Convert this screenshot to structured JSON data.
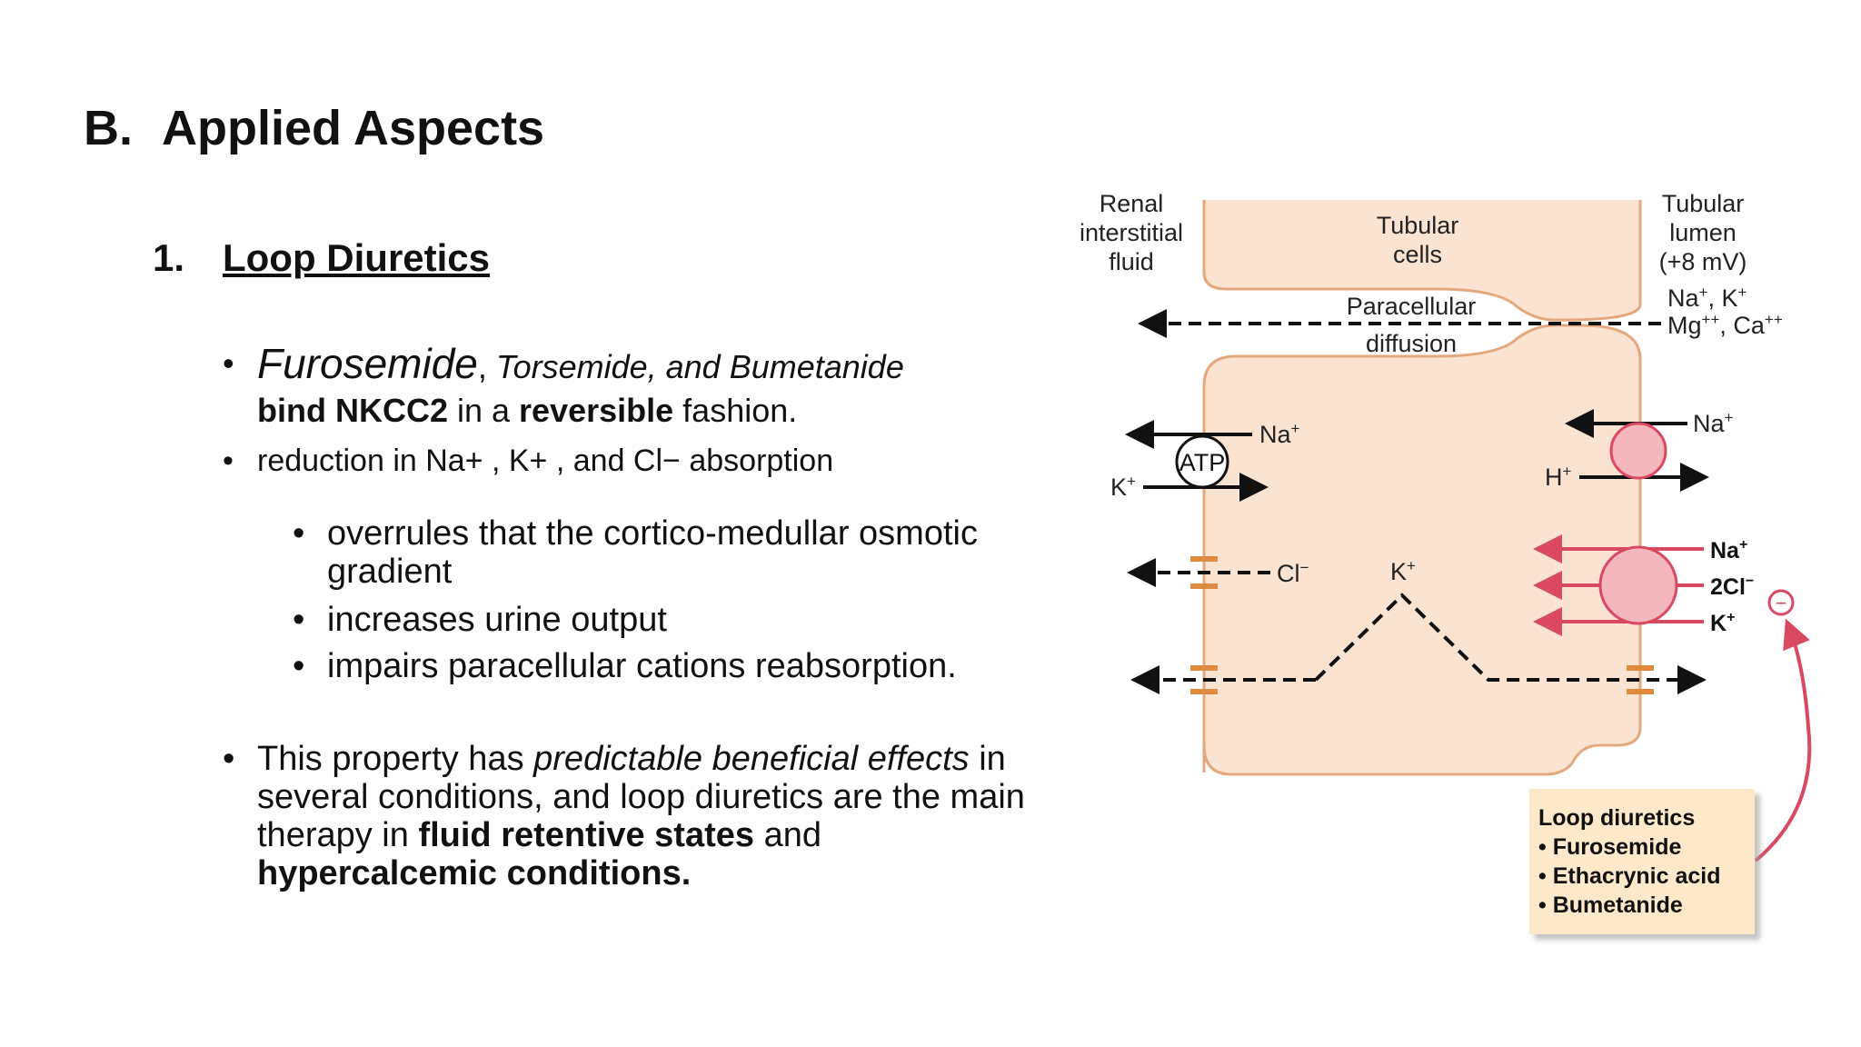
{
  "heading": {
    "number": "B.",
    "title": "Applied Aspects"
  },
  "subheading": {
    "number": "1.",
    "title": "Loop Diuretics"
  },
  "bullets": {
    "b1": {
      "drug1": "Furosemide",
      "comma": ", ",
      "rest": "Torsemide, and Bumetanide",
      "bold1": "bind NKCC2",
      "mid": " in a ",
      "bold2": "reversible",
      "end": " fashion."
    },
    "b2": {
      "text": "reduction in Na+ , K+ , and Cl−  absorption"
    },
    "b3": {
      "text": "overrules that the cortico-medullar osmotic gradient"
    },
    "b4": {
      "text": "increases urine output"
    },
    "b5": {
      "text": "impairs paracellular cations reabsorption."
    },
    "b6": {
      "pre": "This property has ",
      "ital": "predictable beneficial effects",
      "mid": " in several conditions, and loop diuretics are the main therapy in ",
      "bold1": "fluid retentive states",
      "and": " and ",
      "bold2": "hypercalcemic conditions."
    }
  },
  "diagram": {
    "renal": [
      "Renal",
      "interstitial",
      "fluid"
    ],
    "tubular_cells": [
      "Tubular",
      "cells"
    ],
    "lumen": [
      "Tubular",
      "lumen",
      "(+8 mV)"
    ],
    "paracellular": [
      "Paracellular",
      "diffusion"
    ],
    "lumen_ions": {
      "na": "Na",
      "na_sup": "+",
      "k": ", K",
      "k_sup": "+",
      "mg": "Mg",
      "mg_sup": "++",
      "ca": ", Ca",
      "ca_sup": "++"
    },
    "pump": {
      "na": "Na",
      "na_sup": "+",
      "atp": "ATP",
      "k": "K",
      "k_sup": "+"
    },
    "exchanger": {
      "na": "Na",
      "na_sup": "+",
      "h": "H",
      "h_sup": "+"
    },
    "cl_channel": {
      "cl": "Cl",
      "cl_sup": "−"
    },
    "k_recycle": {
      "k": "K",
      "k_sup": "+"
    },
    "nkcc2": {
      "na": "Na",
      "na_sup": "+",
      "cl": "2Cl",
      "cl_sup": "−",
      "k": "K",
      "k_sup": "+"
    },
    "inhibit": "−",
    "box": {
      "title": "Loop diuretics",
      "items": [
        "• Furosemide",
        "• Ethacrynic acid",
        "• Bumetanide"
      ]
    },
    "colors": {
      "cell_fill": "#fbe3d2",
      "cell_stroke": "#e5a77d",
      "transporter": "#f4b7bd",
      "transporter_stroke": "#d94a62",
      "box_fill": "#fde8c9",
      "red_arrow": "#d94a62",
      "channel": "#e08a40"
    }
  }
}
